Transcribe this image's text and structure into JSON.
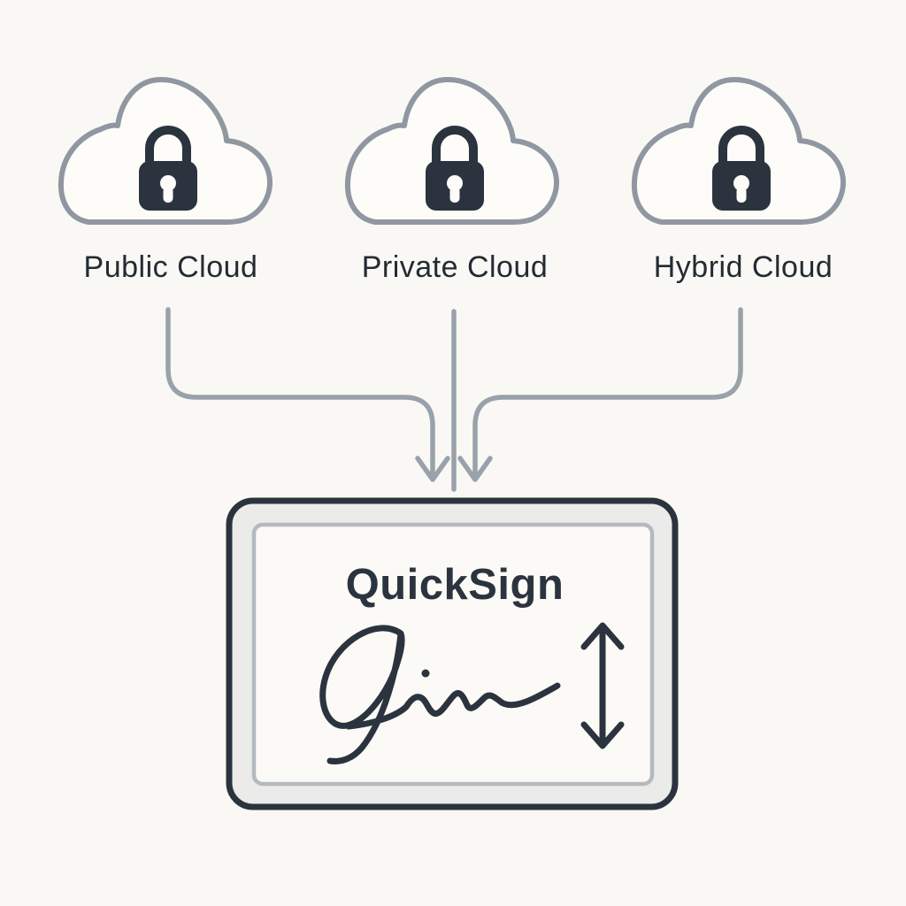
{
  "diagram": {
    "clouds": [
      {
        "label": "Public Cloud",
        "icon": "cloud-icon",
        "badge": "lock-icon"
      },
      {
        "label": "Private Cloud",
        "icon": "cloud-icon",
        "badge": "lock-icon"
      },
      {
        "label": "Hybrid Cloud",
        "icon": "cloud-icon",
        "badge": "lock-icon"
      }
    ],
    "device": {
      "title": "QuickSign",
      "signature_icon": "handwritten-signature-icon",
      "resize_icon": "vertical-double-arrow-icon"
    }
  },
  "colors": {
    "bg": "#f9f8f4",
    "cloud_fill": "#fdfcf9",
    "cloud_stroke": "#9097a1",
    "connector": "#99a1aa",
    "ink": "#2b343e",
    "label": "#232b33",
    "bezel": "#ebebe9",
    "screen": "#fcfaf6",
    "screen_border": "#b4bac0"
  }
}
